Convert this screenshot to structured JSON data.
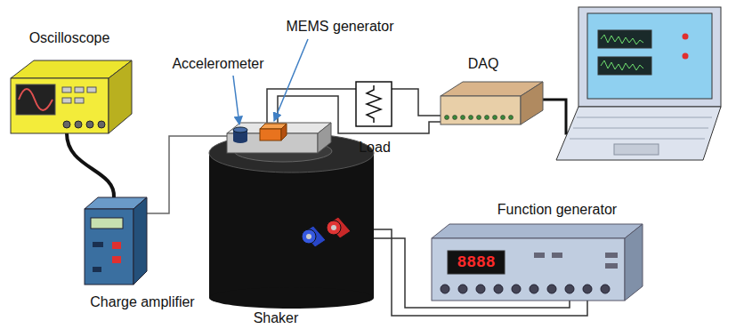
{
  "diagram": {
    "labels": [
      "Oscilloscope",
      "MEMS generator",
      "Accelerometer",
      "DAQ",
      "Load",
      "Function generator",
      "8888",
      "Charge amplifier",
      "Shaker"
    ]
  }
}
